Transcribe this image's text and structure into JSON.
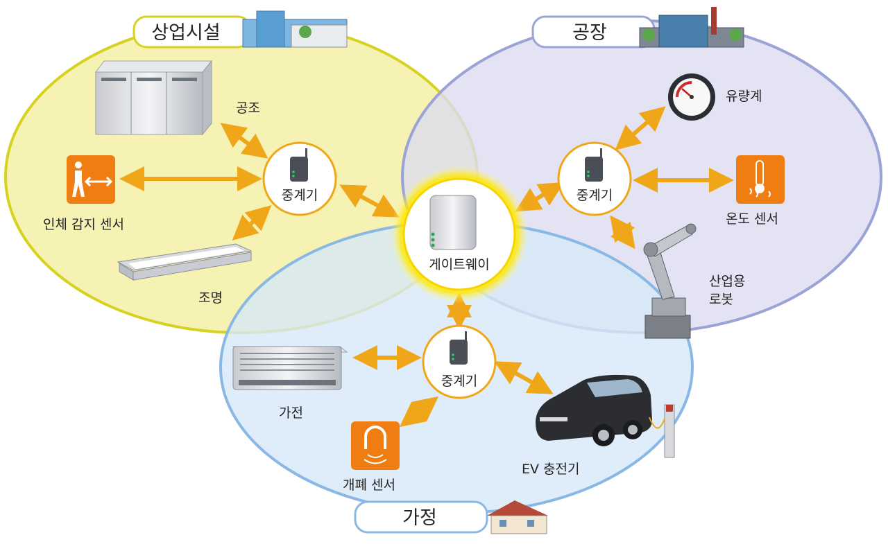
{
  "zones": {
    "commercial": {
      "title": "상업시설",
      "color": "#f4f0a6",
      "stroke": "#d6d21f"
    },
    "factory": {
      "title": "공장",
      "color": "#dcdcf0",
      "stroke": "#9aa3d6"
    },
    "home": {
      "title": "가정",
      "color": "#d6e8f7",
      "stroke": "#8ab8e4"
    }
  },
  "gateway": {
    "label": "게이트웨이"
  },
  "relays": {
    "label": "중계기"
  },
  "devices": {
    "hvac": "공조",
    "motion_sensor": "인체 감지 센서",
    "lighting": "조명",
    "flowmeter": "유량계",
    "temp_sensor": "온도 센서",
    "robot_line1": "산업용",
    "robot_line2": "로봇",
    "appliance": "가전",
    "door_sensor": "개폐 센서",
    "ev_charger": "EV 충전기"
  },
  "colors": {
    "arrow": "#f0a619",
    "relay_ring": "#f0a619",
    "sensor_box": "#f07d12"
  }
}
